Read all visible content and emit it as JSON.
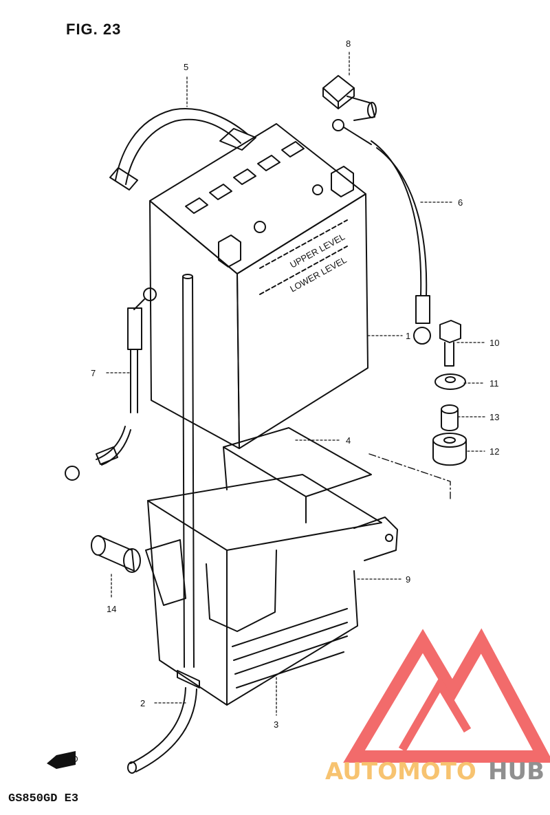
{
  "figure": {
    "title": "FIG. 23",
    "model_code": "GS850GD E3"
  },
  "callouts": [
    {
      "num": "1"
    },
    {
      "num": "2"
    },
    {
      "num": "3"
    },
    {
      "num": "4"
    },
    {
      "num": "5"
    },
    {
      "num": "6"
    },
    {
      "num": "7"
    },
    {
      "num": "8"
    },
    {
      "num": "9"
    },
    {
      "num": "10"
    },
    {
      "num": "11"
    },
    {
      "num": "12"
    },
    {
      "num": "13"
    },
    {
      "num": "14"
    }
  ],
  "battery_labels": {
    "upper": "UPPER LEVEL",
    "lower": "LOWER LEVEL"
  },
  "fwd_label": "FWD",
  "watermark": {
    "part1": "AUTOMOTO",
    "part2": "HUB"
  },
  "colors": {
    "line": "#111111",
    "watermark_orange": "#f5b041",
    "watermark_red": "#ee3a3a",
    "watermark_gray": "#6b6b6b"
  }
}
